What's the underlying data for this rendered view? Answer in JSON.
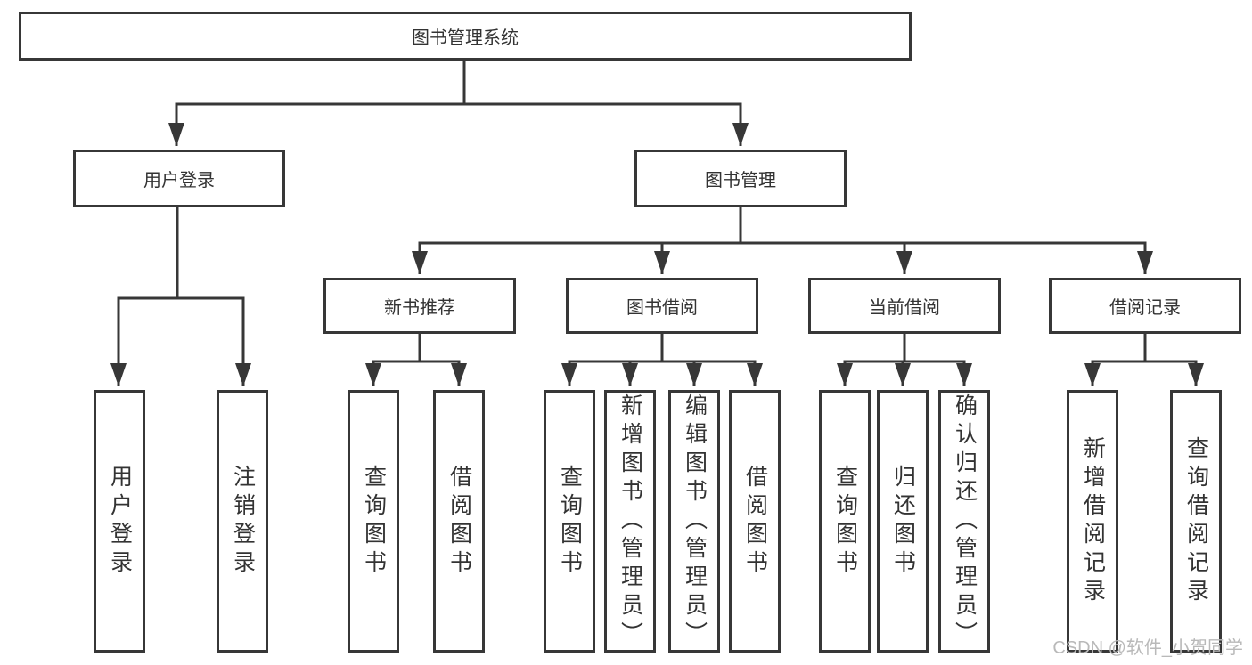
{
  "tree": {
    "root": "图书管理系统",
    "level2": [
      {
        "label": "用户登录"
      },
      {
        "label": "图书管理"
      }
    ],
    "level3": [
      {
        "label": "新书推荐"
      },
      {
        "label": "图书借阅"
      },
      {
        "label": "当前借阅"
      },
      {
        "label": "借阅记录"
      }
    ],
    "leaves": {
      "user_login": [
        "用户登录",
        "注销登录"
      ],
      "new_book": [
        "查询图书",
        "借阅图书"
      ],
      "borrow": [
        "查询图书",
        "新增图书（管理员）",
        "编辑图书（管理员）",
        "借阅图书"
      ],
      "current": [
        "查询图书",
        "归还图书",
        "确认归还（管理员）"
      ],
      "records": [
        "新增借阅记录",
        "查询借阅记录"
      ]
    }
  },
  "watermark": "CSDN @软件_小贺同学",
  "colors": {
    "line": "#373737",
    "text": "#333333",
    "box_background": "#ffffff",
    "watermark": "#b9b9b9"
  }
}
